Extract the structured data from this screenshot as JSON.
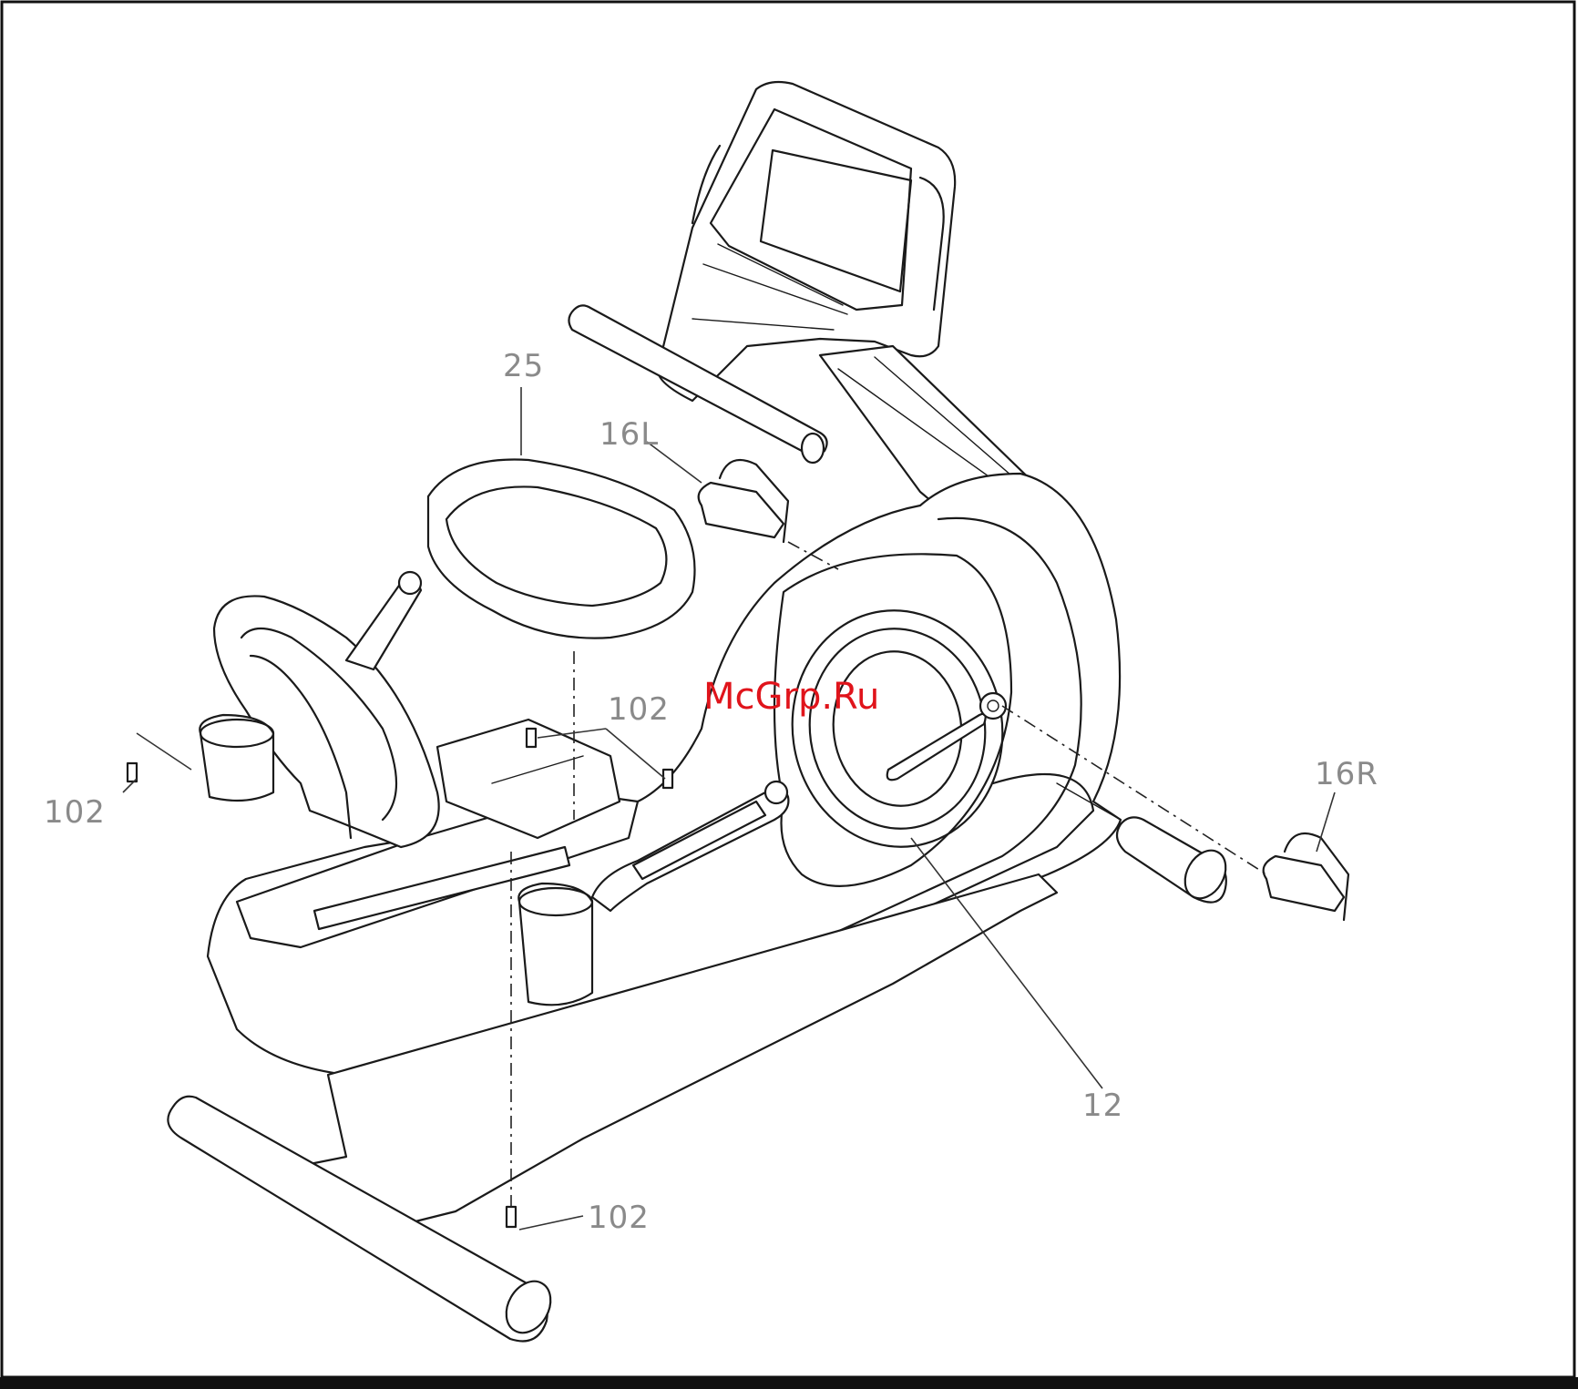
{
  "watermark": "McGrp.Ru",
  "labels": {
    "seat_cushion": "25",
    "pedal_left": "16L",
    "pedal_right": "16R",
    "bolt_upper": "102",
    "bolt_left": "102",
    "bolt_bottom": "102",
    "side_cover": "12"
  }
}
